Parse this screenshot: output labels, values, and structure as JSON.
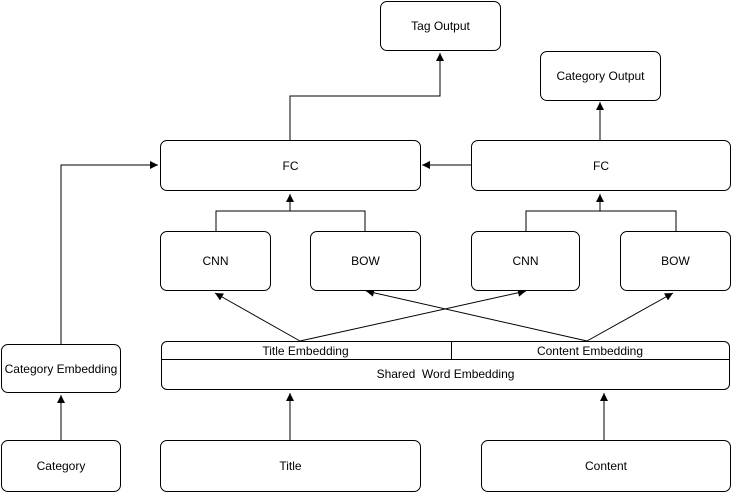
{
  "nodes": {
    "tag_output": "Tag Output",
    "category_output": "Category Output",
    "fc_left": "FC",
    "fc_right": "FC",
    "cnn_left": "CNN",
    "bow_left": "BOW",
    "cnn_right": "CNN",
    "bow_right": "BOW",
    "title_embedding": "Title Embedding",
    "content_embedding": "Content Embedding",
    "shared_word_embedding": "Shared  Word Embedding",
    "category_embedding": "Category Embedding",
    "category": "Category",
    "title": "Title",
    "content": "Content"
  },
  "colors": {
    "stroke": "#000000",
    "background": "#ffffff"
  }
}
